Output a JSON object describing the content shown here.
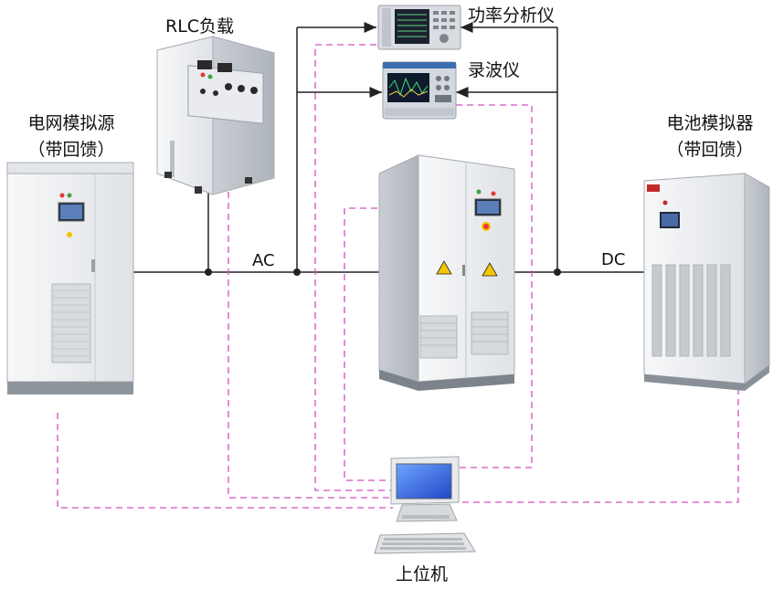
{
  "labels": {
    "rlc_load": "RLC负载",
    "power_analyzer": "功率分析仪",
    "oscilloscope": "录波仪",
    "grid_simulator_line1": "电网模拟源",
    "grid_simulator_line2": "（带回馈）",
    "battery_simulator_line1": "电池模拟器",
    "battery_simulator_line2": "（带回馈）",
    "ac_bus": "AC",
    "dc_bus": "DC",
    "host_pc": "上位机"
  },
  "colors": {
    "power_line": "#222222",
    "comm_line": "#d24fbf",
    "cabinet_body": "#eef0f2",
    "cabinet_edge": "#b9bec4",
    "screen_blue": "#3a6fd8"
  }
}
